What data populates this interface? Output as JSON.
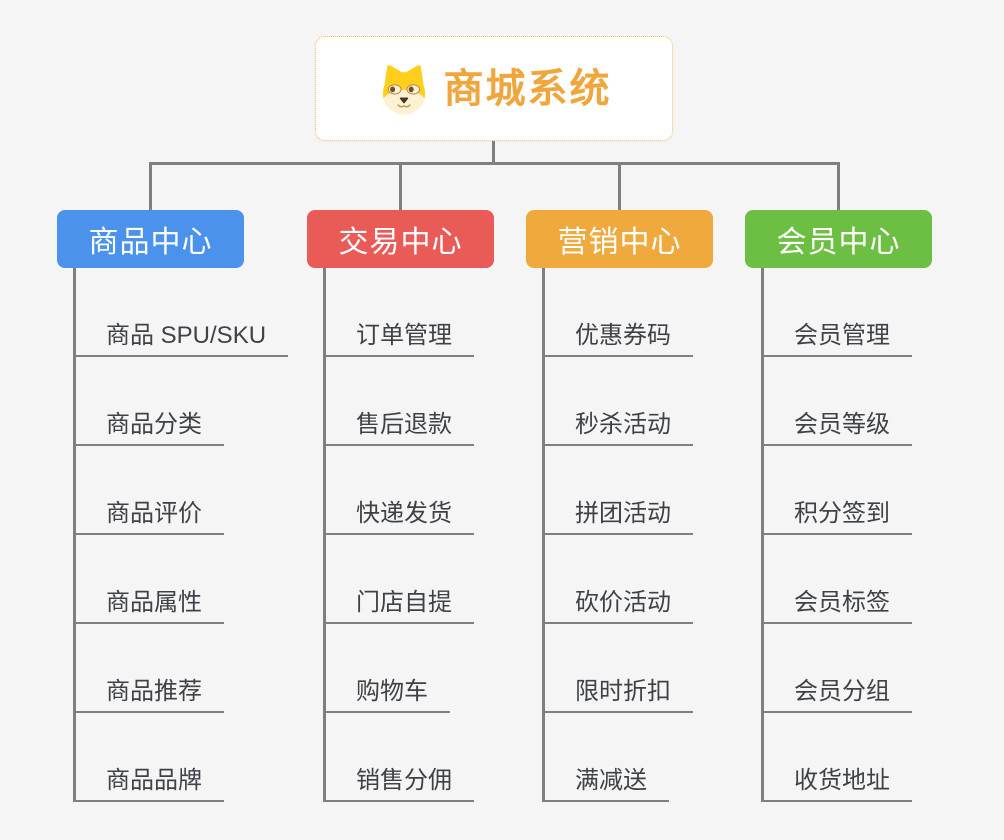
{
  "page": {
    "background": "#f5f5f6",
    "connector_color": "#7f7f7f"
  },
  "root": {
    "title": "商城系统",
    "icon": "dog-face-icon",
    "text_color": "#f0a63c",
    "border_color": "#f3bb5e"
  },
  "branches": [
    {
      "label": "商品中心",
      "color": "#4a92ec",
      "items": [
        "商品 SPU/SKU",
        "商品分类",
        "商品评价",
        "商品属性",
        "商品推荐",
        "商品品牌"
      ]
    },
    {
      "label": "交易中心",
      "color": "#e85b57",
      "items": [
        "订单管理",
        "售后退款",
        "快递发货",
        "门店自提",
        "购物车",
        "销售分佣"
      ]
    },
    {
      "label": "营销中心",
      "color": "#efa93c",
      "items": [
        "优惠券码",
        "秒杀活动",
        "拼团活动",
        "砍价活动",
        "限时折扣",
        "满减送"
      ]
    },
    {
      "label": "会员中心",
      "color": "#6dbf43",
      "items": [
        "会员管理",
        "会员等级",
        "积分签到",
        "会员标签",
        "会员分组",
        "收货地址"
      ]
    }
  ]
}
